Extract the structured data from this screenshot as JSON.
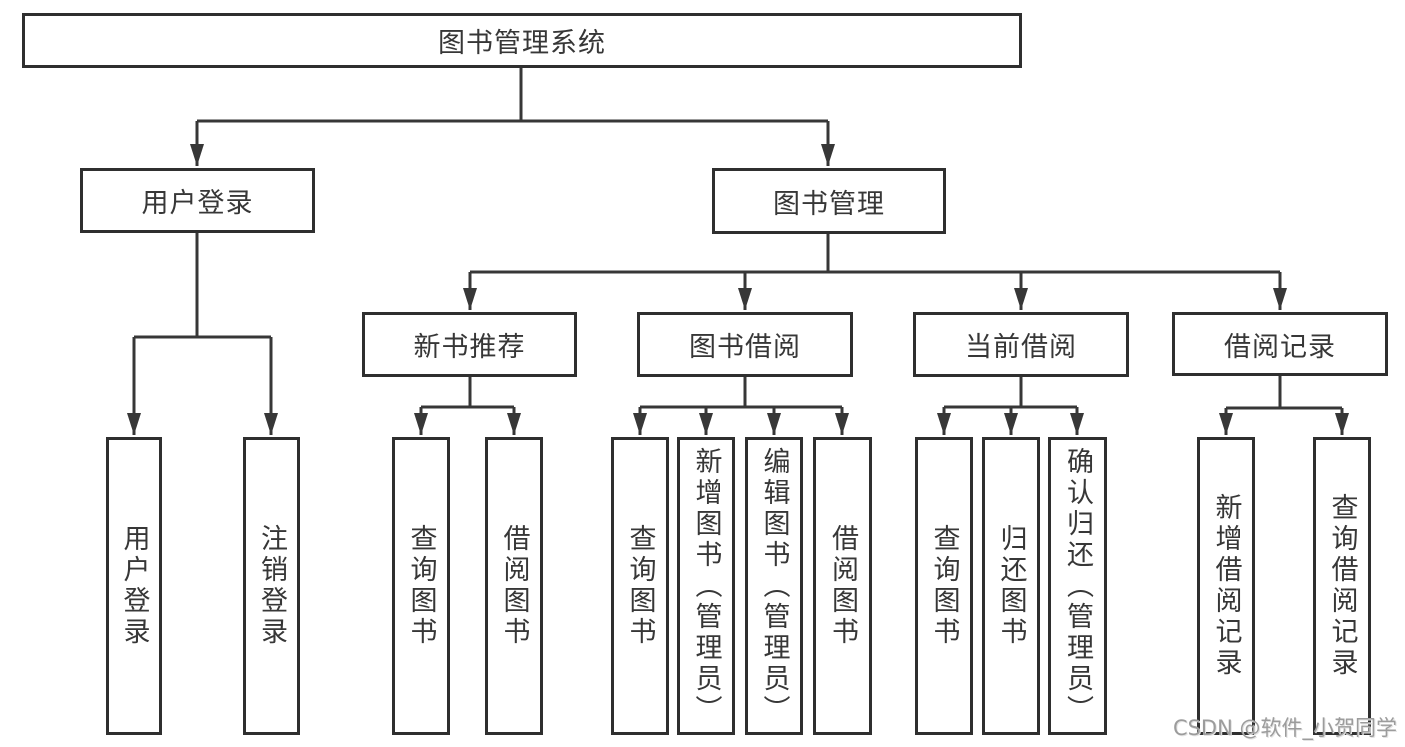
{
  "diagram": {
    "title": "图书管理系统",
    "branches": [
      {
        "label": "用户登录",
        "children": [
          "用户登录",
          "注销登录"
        ]
      },
      {
        "label": "图书管理",
        "children": [
          {
            "label": "新书推荐",
            "children": [
              "查询图书",
              "借阅图书"
            ]
          },
          {
            "label": "图书借阅",
            "children": [
              "查询图书",
              "新增图书（管理员）",
              "编辑图书（管理员）",
              "借阅图书"
            ]
          },
          {
            "label": "当前借阅",
            "children": [
              "查询图书",
              "归还图书",
              "确认归还（管理员）"
            ]
          },
          {
            "label": "借阅记录",
            "children": [
              "新增借阅记录",
              "查询借阅记录"
            ]
          }
        ]
      }
    ]
  },
  "watermark": "CSDN @软件_小贺同学",
  "colors": {
    "line": "#373737",
    "border": "#2f2f2f",
    "text": "#373737",
    "watermark": "#9c9c9c",
    "background": "#ffffff"
  }
}
